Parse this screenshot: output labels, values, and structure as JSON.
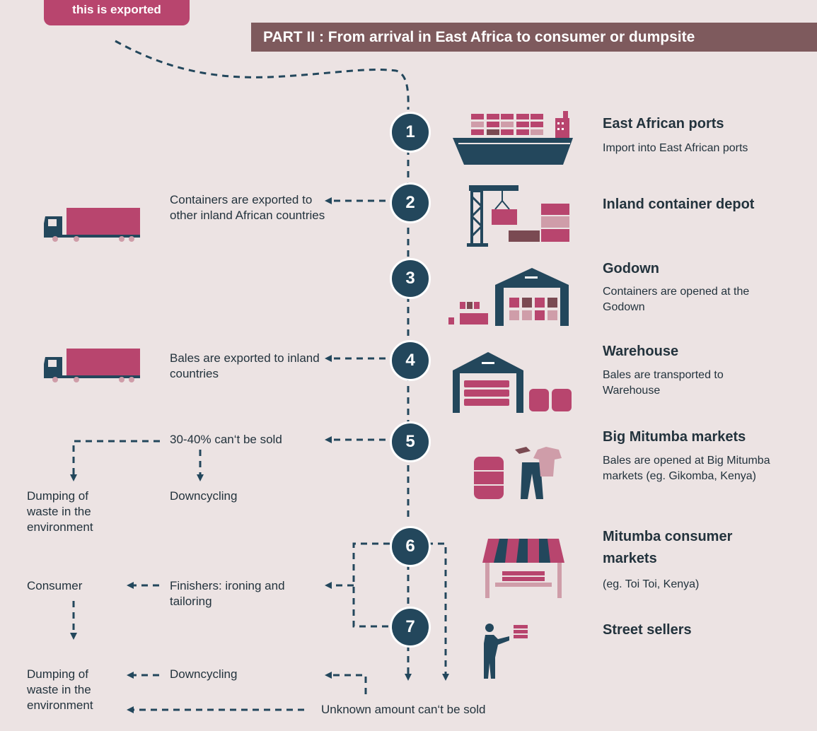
{
  "top_badge": "this is exported",
  "header": "PART II : From arrival in East Africa to consumer or dumpsite",
  "steps": [
    {
      "num": "1",
      "title": "East African ports",
      "desc": "Import into East African ports"
    },
    {
      "num": "2",
      "title": "Inland container depot",
      "desc": ""
    },
    {
      "num": "3",
      "title": "Godown",
      "desc": "Containers are opened at the Godown"
    },
    {
      "num": "4",
      "title": "Warehouse",
      "desc": "Bales are transported to Warehouse"
    },
    {
      "num": "5",
      "title": "Big Mitumba markets",
      "desc": "Bales are opened at Big Mitumba markets (eg. Gikomba, Kenya)"
    },
    {
      "num": "6",
      "title": "Mitumba consumer markets",
      "desc": "(eg. Toi Toi, Kenya)"
    },
    {
      "num": "7",
      "title": "Street sellers",
      "desc": ""
    }
  ],
  "left": {
    "containers_exported": "Containers are exported to other inland African countries",
    "bales_exported": "Bales are exported to inland countries",
    "cant_be_sold": "30-40% can‘t be sold",
    "dumping_1": "Dumping of waste in the environment",
    "downcycling_1": "Downcycling",
    "consumer": "Consumer",
    "finishers": "Finishers: ironing and tailoring",
    "dumping_2": "Dumping of waste in the environment",
    "downcycling_2": "Downcycling",
    "unknown_amount": "Unknown amount can‘t be sold"
  },
  "icons": {
    "ship": "cargo-ship-icon",
    "crane": "crane-container-icon",
    "godown": "godown-building-icon",
    "warehouse": "warehouse-bales-icon",
    "clothes": "bales-clothes-icon",
    "stall": "market-stall-icon",
    "seller": "street-seller-icon",
    "truck": "truck-icon"
  },
  "colors": {
    "background": "#ece3e3",
    "navy": "#23475c",
    "pink": "#b8456e",
    "header": "#7e5a5d"
  }
}
